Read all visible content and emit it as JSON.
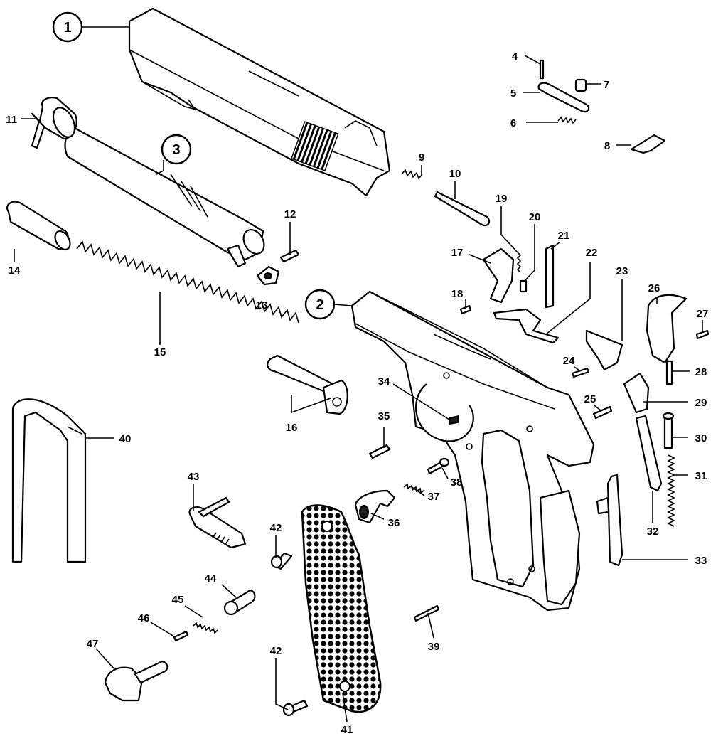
{
  "diagram": {
    "callouts": [
      "1",
      "2",
      "3"
    ],
    "labels": [
      "4",
      "5",
      "6",
      "7",
      "8",
      "9",
      "10",
      "11",
      "12",
      "13",
      "14",
      "15",
      "16",
      "17",
      "18",
      "19",
      "20",
      "21",
      "22",
      "23",
      "24",
      "25",
      "26",
      "27",
      "28",
      "29",
      "30",
      "31",
      "32",
      "33",
      "34",
      "35",
      "36",
      "37",
      "38",
      "39",
      "40",
      "41",
      "42",
      "42",
      "43",
      "44",
      "45",
      "46",
      "47"
    ]
  }
}
